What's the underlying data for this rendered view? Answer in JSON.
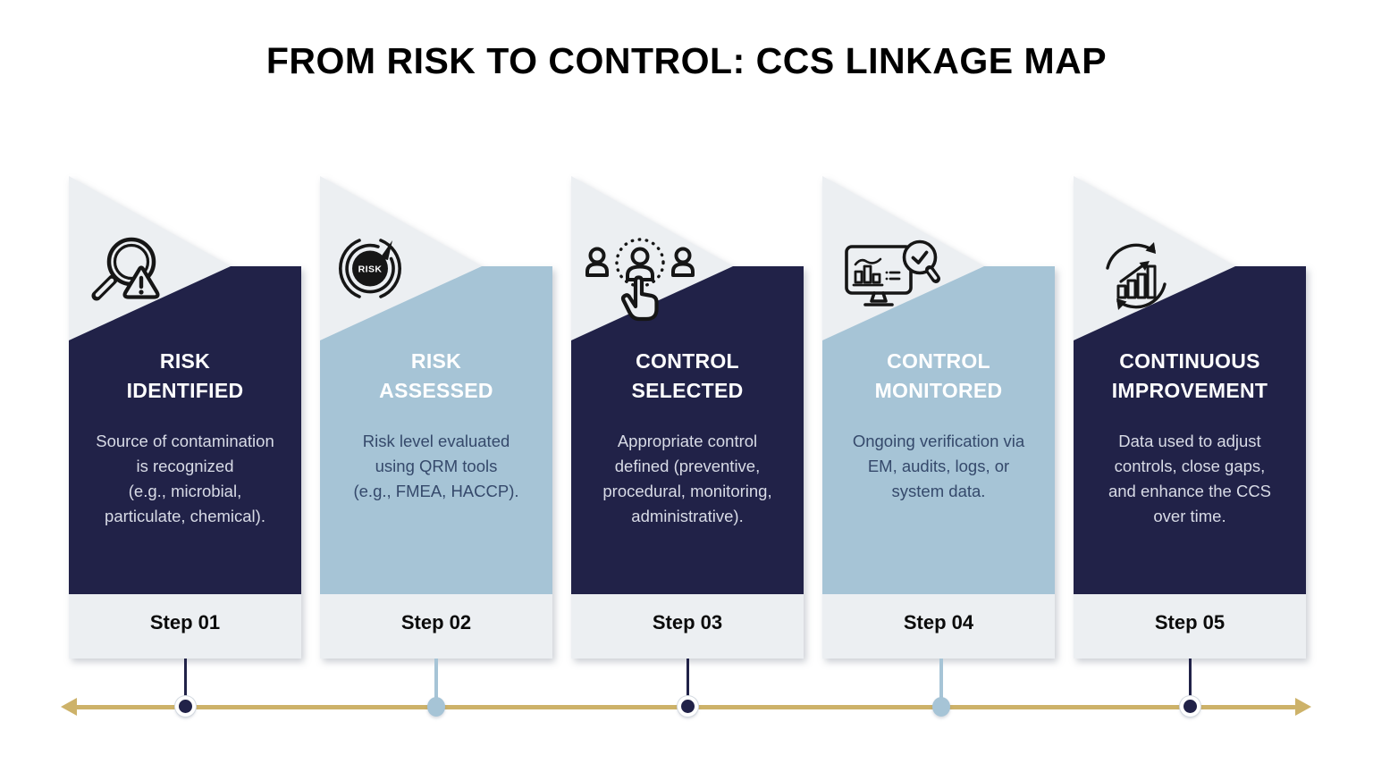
{
  "page_title": "FROM RISK TO CONTROL: CCS LINKAGE MAP",
  "colors": {
    "navy": "#212248",
    "light_blue": "#A6C4D6",
    "card_gray": "#ECEFF2",
    "timeline_gold": "#CDB269",
    "desc_on_navy": "#D8DBE6",
    "desc_on_blue": "#35496B"
  },
  "steps": [
    {
      "id": 1,
      "theme": "navy",
      "icon": "magnifier-warning-icon",
      "title_lines": [
        "RISK",
        "IDENTIFIED"
      ],
      "description_lines": [
        "Source of contamination",
        "is recognized",
        "(e.g., microbial,",
        "particulate, chemical)."
      ],
      "step_label": "Step 01"
    },
    {
      "id": 2,
      "theme": "blue",
      "icon": "risk-gauge-icon",
      "icon_label": "RISK",
      "title_lines": [
        "RISK",
        "ASSESSED"
      ],
      "description_lines": [
        "Risk level evaluated",
        "using QRM tools",
        "(e.g., FMEA, HACCP)."
      ],
      "step_label": "Step 02"
    },
    {
      "id": 3,
      "theme": "navy",
      "icon": "people-select-icon",
      "title_lines": [
        "CONTROL",
        "SELECTED"
      ],
      "description_lines": [
        "Appropriate control",
        "defined (preventive,",
        "procedural, monitoring,",
        "administrative)."
      ],
      "step_label": "Step 03"
    },
    {
      "id": 4,
      "theme": "blue",
      "icon": "monitor-check-icon",
      "title_lines": [
        "CONTROL",
        "MONITORED"
      ],
      "description_lines": [
        "Ongoing verification via",
        "EM, audits, logs, or",
        "system data."
      ],
      "step_label": "Step 04"
    },
    {
      "id": 5,
      "theme": "navy",
      "icon": "growth-cycle-icon",
      "title_lines": [
        "CONTINUOUS",
        "IMPROVEMENT"
      ],
      "description_lines": [
        "Data used to adjust",
        "controls, close gaps,",
        "and enhance the CCS",
        "over time."
      ],
      "step_label": "Step 05"
    }
  ]
}
